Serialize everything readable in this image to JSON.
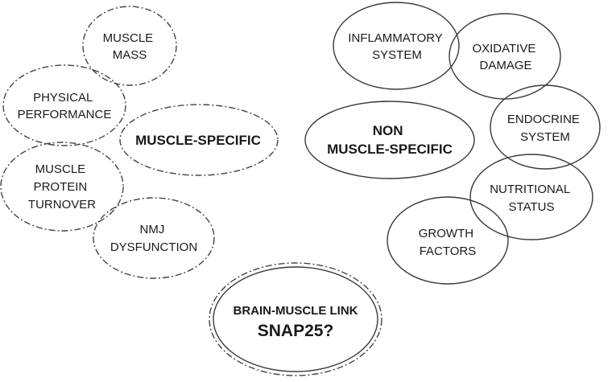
{
  "muscle_specific": {
    "title": "MUSCLE-SPECIFIC",
    "factors": {
      "muscle_mass": [
        "MUSCLE",
        "MASS"
      ],
      "physical_performance": [
        "PHYSICAL",
        "PERFORMANCE"
      ],
      "muscle_protein_turnover": [
        "MUSCLE",
        "PROTEIN",
        "TURNOVER"
      ],
      "nmj_dysfunction": [
        "NMJ",
        "DYSFUNCTION"
      ]
    }
  },
  "non_muscle_specific": {
    "title": [
      "NON",
      "MUSCLE-SPECIFIC"
    ],
    "factors": {
      "inflammatory_system": [
        "INFLAMMATORY",
        "SYSTEM"
      ],
      "oxidative_damage": [
        "OXIDATIVE",
        "DAMAGE"
      ],
      "endocrine_system": [
        "ENDOCRINE",
        "SYSTEM"
      ],
      "nutritional_status": [
        "NUTRITIONAL",
        "STATUS"
      ],
      "growth_factors": [
        "GROWTH",
        "FACTORS"
      ]
    }
  },
  "brain_muscle_link": {
    "title": "BRAIN-MUSCLE LINK",
    "subtitle": "SNAP25?"
  },
  "colors": {
    "stroke": "#3a3a3a",
    "text": "#1a1a1a",
    "background": "#ffffff"
  }
}
